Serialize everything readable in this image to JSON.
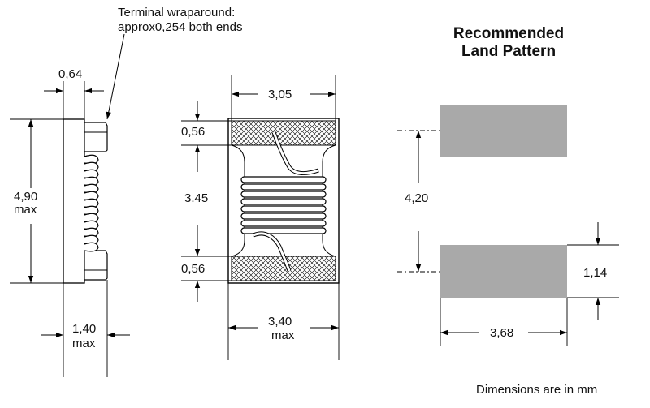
{
  "side_view": {
    "terminal_note_line1": "Terminal wraparound:",
    "terminal_note_line2": "approx0,254 both ends",
    "dim_terminal": "0,64",
    "dim_height_value": "4,90",
    "dim_height_qual": "max",
    "dim_thickness_value": "1,40",
    "dim_thickness_qual": "max"
  },
  "front_view": {
    "dim_top_width": "3,05",
    "dim_top_band": "0,56",
    "dim_middle": "3.45",
    "dim_bottom_band": "0,56",
    "dim_body_width_value": "3,40",
    "dim_body_width_qual": "max"
  },
  "land_pattern": {
    "title_line1": "Recommended",
    "title_line2": "Land Pattern",
    "dim_pitch": "4,20",
    "dim_pad_height": "1,14",
    "dim_pad_width": "3,68",
    "pad_color": "#a9a9a9"
  },
  "footer_note": "Dimensions are in mm"
}
